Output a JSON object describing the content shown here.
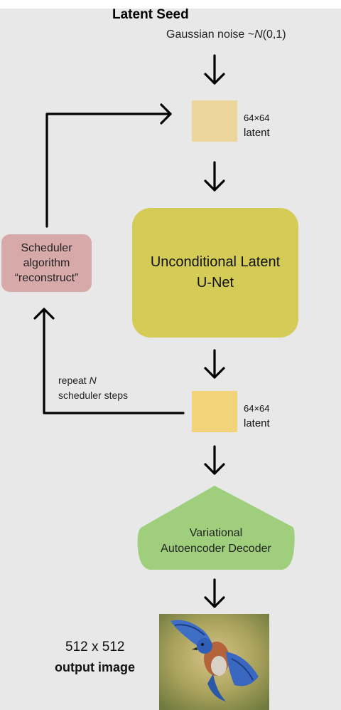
{
  "title": "Latent Seed",
  "subtitle": "Gaussian noise ~N(0,1)",
  "latent_top": {
    "dims": "64×64",
    "word": "latent",
    "color": "#ecd69c"
  },
  "latent_bottom": {
    "dims": "64×64",
    "word": "latent",
    "color": "#f2d37a"
  },
  "unet": {
    "label": "Unconditional Latent\nU-Net",
    "color": "#d4cc57"
  },
  "scheduler": {
    "label": "Scheduler\nalgorithm\n“reconstruct”",
    "color": "#d7a9a9"
  },
  "repeat": {
    "label": "repeat N\nscheduler steps"
  },
  "vae": {
    "label": "Variational\nAutoencoder Decoder",
    "color": "#9fcf7d"
  },
  "output": {
    "size": "512 x 512",
    "label": "output image"
  },
  "image_content": "bluebird-in-flight"
}
